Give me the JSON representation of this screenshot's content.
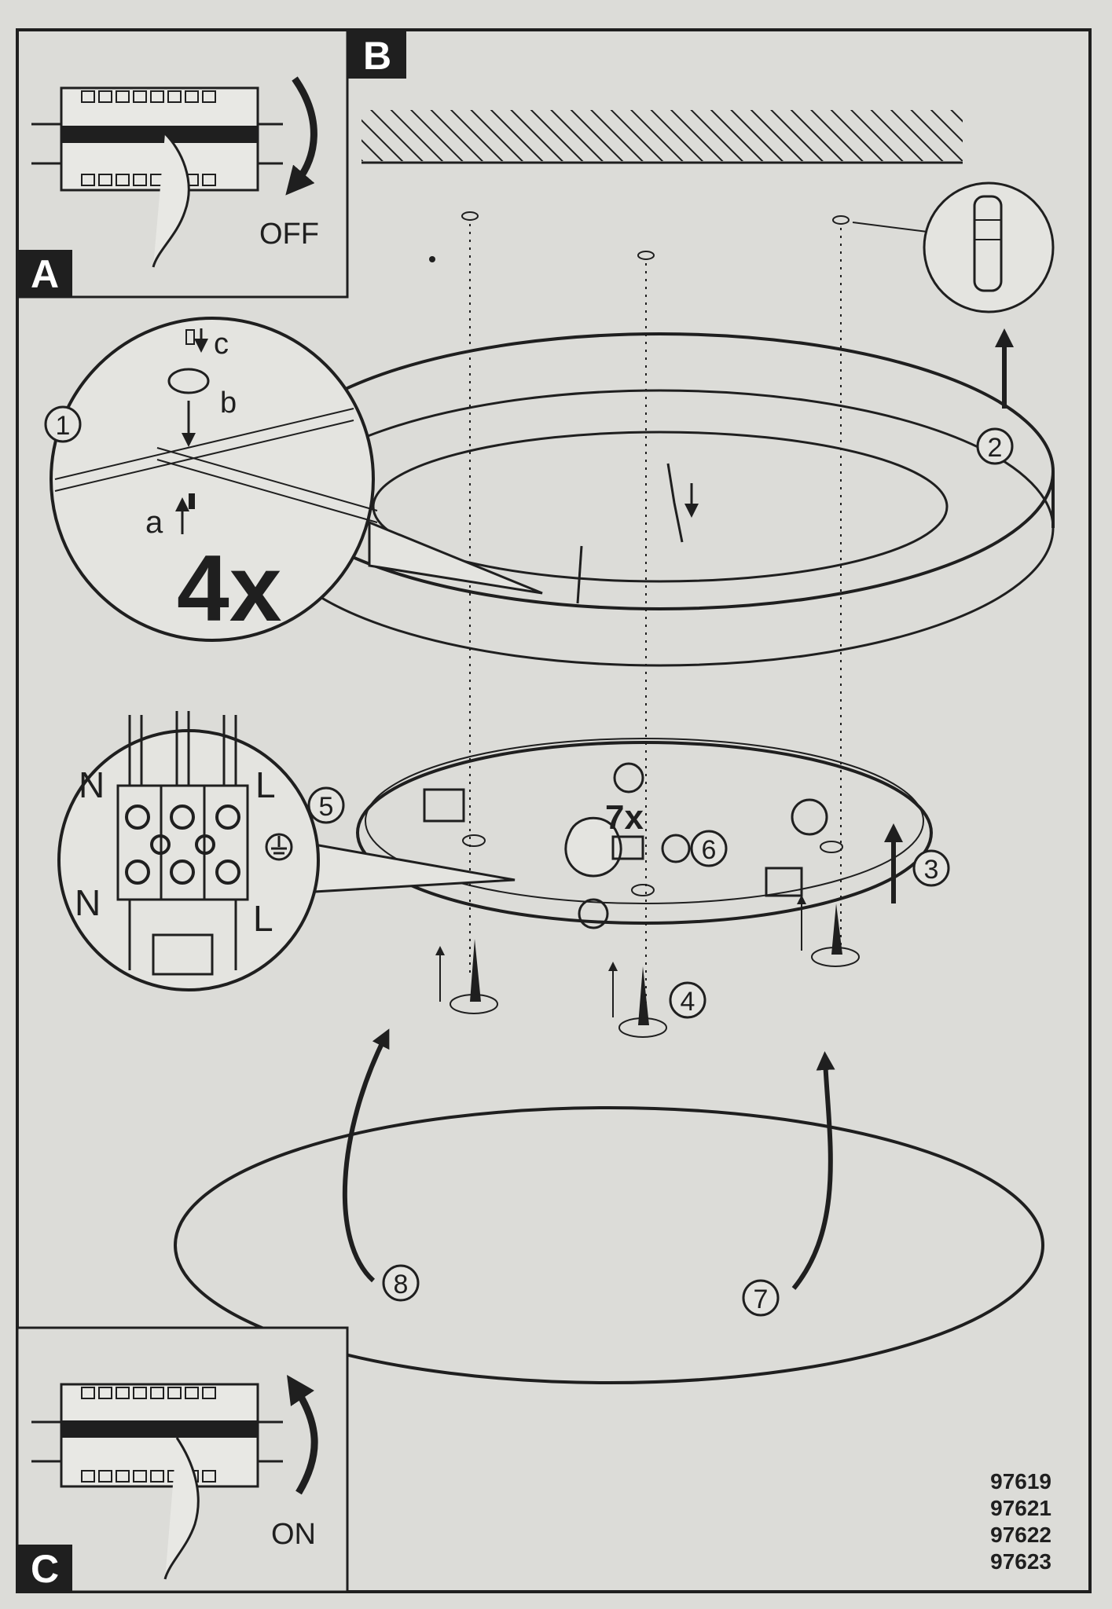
{
  "steps": {
    "panel_a": "A",
    "panel_b": "B",
    "panel_c": "C",
    "off_label": "OFF",
    "on_label": "ON"
  },
  "callouts": {
    "n1": "1",
    "n2": "2",
    "n3": "3",
    "n4": "4",
    "n5": "5",
    "n6": "6",
    "n7": "7",
    "n8": "8"
  },
  "detail_fixing": {
    "label_a": "a",
    "label_b": "b",
    "label_c": "c",
    "quantity": "4x"
  },
  "terminal": {
    "n_top": "N",
    "l_top": "L",
    "n_bottom": "N",
    "l_bottom": "L"
  },
  "bulb": {
    "quantity": "7x"
  },
  "model_numbers": [
    "97619",
    "97621",
    "97622",
    "97623"
  ],
  "colors": {
    "paper": "#dcdcd8",
    "ink": "#1f1f1f"
  }
}
